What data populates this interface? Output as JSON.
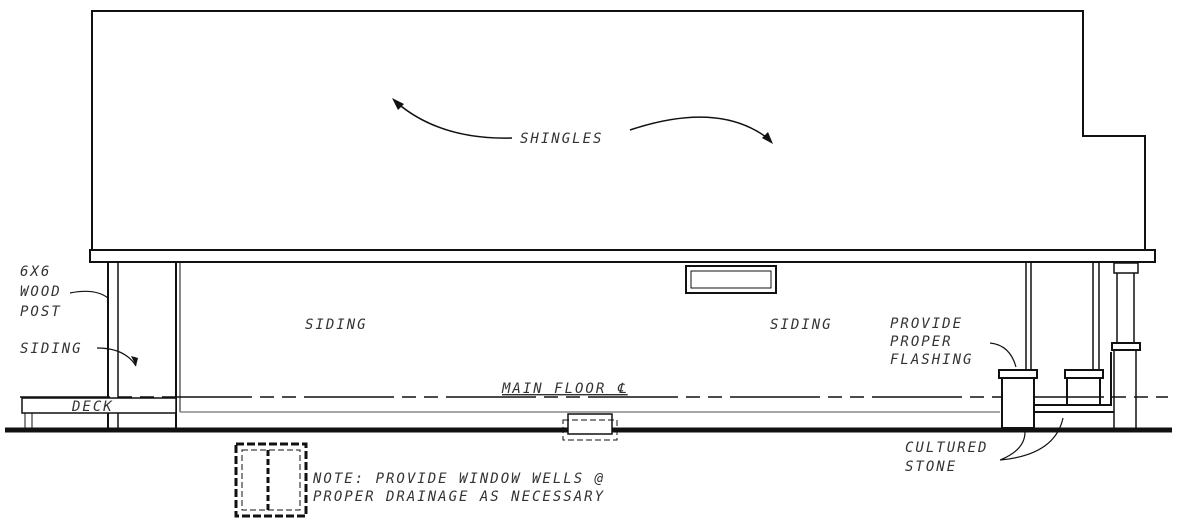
{
  "labels": {
    "shingles": "SHINGLES",
    "siding_left": "SIDING",
    "siding_right": "SIDING",
    "post_line1": "6X6",
    "post_line2": "WOOD",
    "post_line3": "POST",
    "siding_callout": "SIDING",
    "deck": "DECK",
    "main_floor": "MAIN FLOOR ℄",
    "flashing_line1": "PROVIDE",
    "flashing_line2": "PROPER",
    "flashing_line3": "FLASHING",
    "stone_line1": "CULTURED",
    "stone_line2": "STONE",
    "note_line1": "NOTE: PROVIDE WINDOW WELLS @",
    "note_line2": "PROPER DRAINAGE AS NECESSARY"
  },
  "colors": {
    "line": "#111111",
    "text": "#333333"
  }
}
